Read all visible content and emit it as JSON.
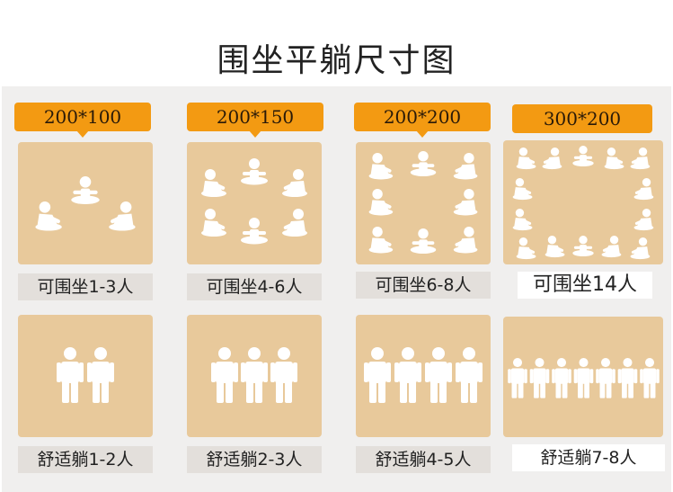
{
  "title": "围坐平躺尺寸图",
  "colors": {
    "tag": "#f39a12",
    "box": "#e8c99b",
    "figure": "#ffffff",
    "panel": "#f0efee"
  },
  "columns": [
    {
      "size": "200*100",
      "sit_label": "可围坐1-3人",
      "lie_label": "舒适躺1-2人",
      "sitting_icons": "three-seated-people-icon",
      "lying_icons": "two-standing-people-icon"
    },
    {
      "size": "200*150",
      "sit_label": "可围坐4-6人",
      "lie_label": "舒适躺2-3人",
      "sitting_icons": "six-seated-people-icon",
      "lying_icons": "three-standing-people-icon"
    },
    {
      "size": "200*200",
      "sit_label": "可围坐6-8人",
      "lie_label": "舒适躺4-5人",
      "sitting_icons": "eight-seated-people-icon",
      "lying_icons": "four-standing-people-icon"
    },
    {
      "size": "300*200",
      "sit_label": "可围坐14人",
      "lie_label": "舒适躺7-8人",
      "sitting_icons": "fourteen-seated-people-icon",
      "lying_icons": "seven-standing-people-icon"
    }
  ]
}
